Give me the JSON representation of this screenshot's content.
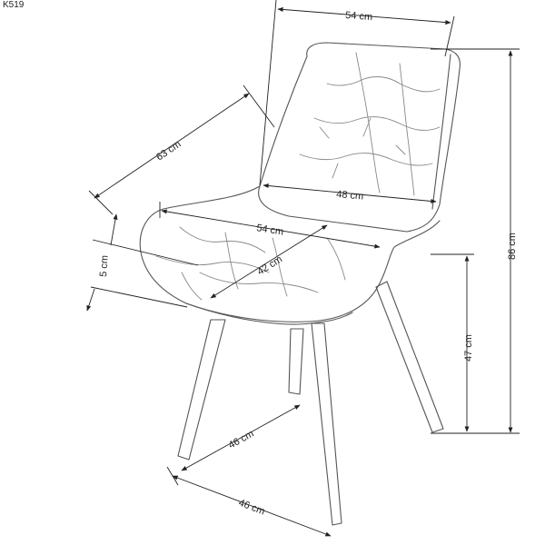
{
  "product": {
    "model_code": "K519"
  },
  "dimensions": {
    "back_width": "54 cm",
    "backrest_diagonal": "63 cm",
    "backrest_inner_width": "48 cm",
    "seat_width": "54 cm",
    "seat_depth": "42 cm",
    "seat_thickness": "5 cm",
    "total_height": "86 cm",
    "seat_height": "47 cm",
    "base_depth": "46 cm",
    "base_width": "46 cm"
  },
  "colors": {
    "line": "#222222",
    "outline": "#555555",
    "tuft": "#888888",
    "background": "#ffffff"
  }
}
